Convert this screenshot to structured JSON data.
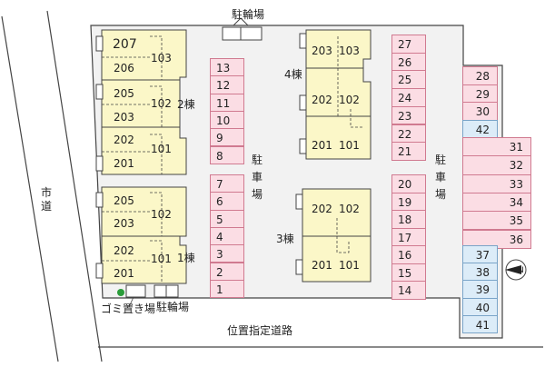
{
  "map_title": "",
  "labels": {
    "city_road": "市道",
    "designated_road": "位置指定道路",
    "bicycle_parking_top": "駐輪場",
    "bicycle_parking_bottom": "駐輪場",
    "garbage_area": "ゴミ置き場",
    "parking_left": "駐車場",
    "parking_right": "駐車場",
    "building_1": "1棟",
    "building_2": "2棟",
    "building_3": "3棟",
    "building_4": "4棟",
    "compass": "N"
  },
  "buildings": {
    "b2": {
      "top": [
        "207",
        "206",
        "103"
      ],
      "mid": [
        "205",
        "203",
        "102"
      ],
      "bot": [
        "202",
        "201",
        "101"
      ]
    },
    "b1": {
      "top": [
        "205",
        "203",
        "102"
      ],
      "bot": [
        "202",
        "201",
        "101"
      ]
    },
    "b4": {
      "top": [
        "203",
        "103"
      ],
      "mid": [
        "202",
        "102"
      ],
      "bot": [
        "201",
        "101"
      ]
    },
    "b3": {
      "top": [
        "202",
        "102"
      ],
      "bot": [
        "201",
        "101"
      ]
    }
  },
  "parking": {
    "col_a": [
      "13",
      "12",
      "11",
      "10",
      "9",
      "8"
    ],
    "col_b": [
      "7",
      "6",
      "5",
      "4",
      "3",
      "2",
      "1"
    ],
    "col_c": [
      "27",
      "26",
      "25",
      "24",
      "23",
      "22",
      "21"
    ],
    "col_d": [
      "20",
      "19",
      "18",
      "17",
      "16",
      "15",
      "14"
    ],
    "col_e": [
      {
        "num": "28",
        "color": "pink"
      },
      {
        "num": "29",
        "color": "pink"
      },
      {
        "num": "30",
        "color": "pink"
      },
      {
        "num": "42",
        "color": "blue"
      }
    ],
    "col_f": [
      {
        "num": "31",
        "color": "pink"
      },
      {
        "num": "32",
        "color": "pink"
      },
      {
        "num": "33",
        "color": "pink"
      },
      {
        "num": "34",
        "color": "pink"
      },
      {
        "num": "35",
        "color": "pink"
      },
      {
        "num": "36",
        "color": "pink"
      }
    ],
    "col_g": [
      {
        "num": "37",
        "color": "blue"
      },
      {
        "num": "38",
        "color": "blue"
      },
      {
        "num": "39",
        "color": "blue"
      },
      {
        "num": "40",
        "color": "blue"
      },
      {
        "num": "41",
        "color": "blue"
      }
    ]
  },
  "colors": {
    "site": "#f2f2f2",
    "building": "#fbf7c8",
    "pink_stall": "#fbdde4",
    "blue_stall": "#dcecf8",
    "garbage_dot": "#2a9d3a"
  }
}
